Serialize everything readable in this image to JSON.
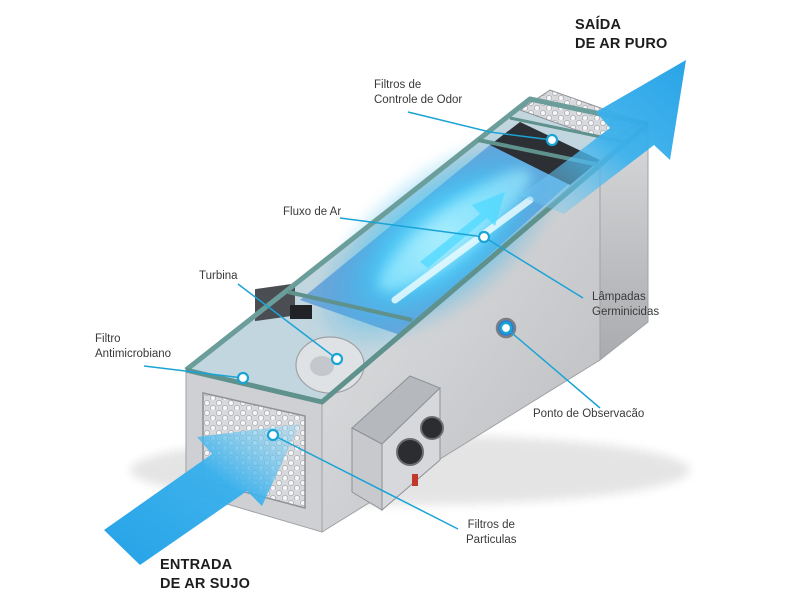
{
  "outlet": {
    "line1": "SAÍDA",
    "line2": "DE AR PURO"
  },
  "inlet": {
    "line1": "ENTRADA",
    "line2": "DE AR SUJO"
  },
  "callouts": {
    "odor_filters": {
      "line1": "Filtros de",
      "line2": "Controle de Odor"
    },
    "airflow": {
      "text": "Fluxo de Ar"
    },
    "turbine": {
      "text": "Turbina"
    },
    "antimicrobial_filter": {
      "line1": "Filtro",
      "line2": "Antimicrobiano"
    },
    "germicidal_lamps": {
      "line1": "Lâmpadas",
      "line2": "Germinicidas"
    },
    "observation_point": {
      "text": "Ponto de Observacão"
    },
    "particle_filters": {
      "line1": "Filtros de",
      "line2": "Particulas"
    }
  },
  "colors": {
    "arrow_blue": "#2aa7e8",
    "callout_line": "#1aa3d6",
    "frame_teal": "#6b9e9a",
    "housing_gray": "#c9cacc",
    "uv_glow": "#4fd8ff"
  }
}
